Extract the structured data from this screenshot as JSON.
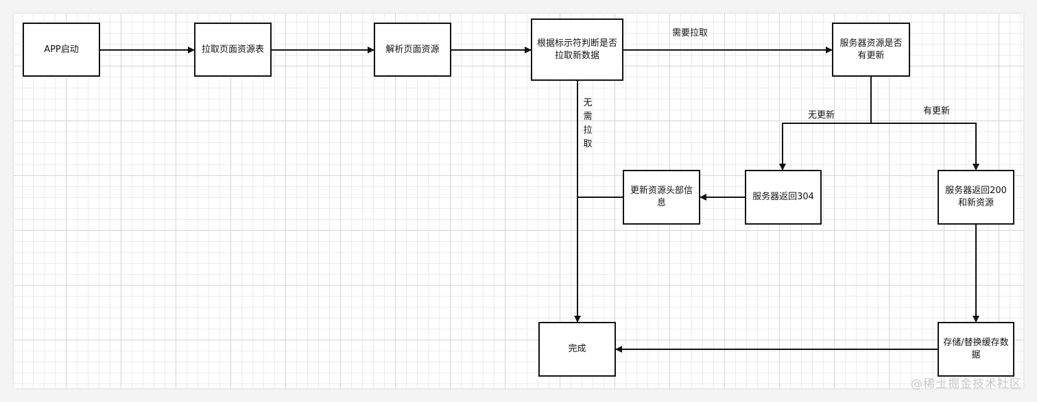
{
  "nodes": {
    "app_start": "APP启动",
    "fetch_table": "拉取页面资源表",
    "parse": "解析页面资源",
    "judge": "根据标示符判断是否拉取新数据",
    "server_check": "服务器资源是否有更新",
    "return_304": "服务器返回304",
    "update_header": "更新资源头部信息",
    "return_200": "服务器返回200和新资源",
    "store_cache": "存储/替换缓存数据",
    "done": "完成"
  },
  "edge_labels": {
    "need_fetch": "需要拉取",
    "no_fetch": "无需拉取",
    "no_update": "无更新",
    "has_update": "有更新"
  },
  "watermark": "@稀土掘金技术社区",
  "colors": {
    "stroke": "#111111",
    "grid": "#d4d4d4"
  }
}
